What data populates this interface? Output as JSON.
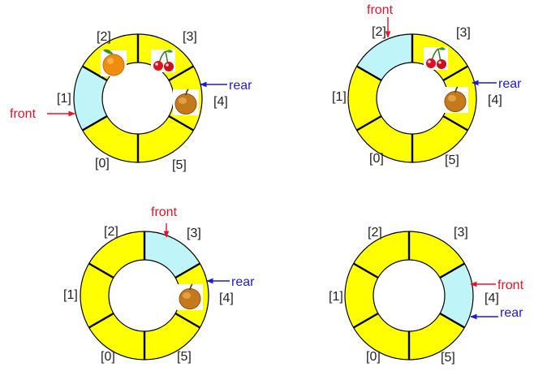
{
  "colors": {
    "ring_fill": "#ffff00",
    "highlight_fill": "#bff5f8",
    "ring_stroke": "#000000",
    "front": "#e0162b",
    "rear": "#1d1bd6",
    "label": "#222222"
  },
  "diagrams": [
    {
      "highlighted_slot": 1,
      "slot_labels": [
        "[0]",
        "[1]",
        "[2]",
        "[3]",
        "[4]",
        "[5]"
      ],
      "items": [
        {
          "slot": 2,
          "icon": "orange-icon"
        },
        {
          "slot": 3,
          "icon": "cherries-icon"
        },
        {
          "slot": 4,
          "icon": "apple-icon"
        }
      ],
      "pointers": [
        {
          "label": "front",
          "color": "front"
        },
        {
          "label": "rear",
          "color": "rear"
        }
      ]
    },
    {
      "highlighted_slot": 2,
      "slot_labels": [
        "[0]",
        "[1]",
        "[2]",
        "[3]",
        "[4]",
        "[5]"
      ],
      "items": [
        {
          "slot": 3,
          "icon": "cherries-icon"
        },
        {
          "slot": 4,
          "icon": "apple-icon"
        }
      ],
      "pointers": [
        {
          "label": "front",
          "color": "front"
        },
        {
          "label": "rear",
          "color": "rear"
        }
      ]
    },
    {
      "highlighted_slot": 3,
      "slot_labels": [
        "[0]",
        "[1]",
        "[2]",
        "[3]",
        "[4]",
        "[5]"
      ],
      "items": [
        {
          "slot": 4,
          "icon": "apple-icon"
        }
      ],
      "pointers": [
        {
          "label": "front",
          "color": "front"
        },
        {
          "label": "rear",
          "color": "rear"
        }
      ]
    },
    {
      "highlighted_slot": 4,
      "slot_labels": [
        "[0]",
        "[1]",
        "[2]",
        "[3]",
        "[4]",
        "[5]"
      ],
      "items": [],
      "pointers": [
        {
          "label": "front",
          "color": "front"
        },
        {
          "label": "rear",
          "color": "rear"
        }
      ]
    }
  ]
}
